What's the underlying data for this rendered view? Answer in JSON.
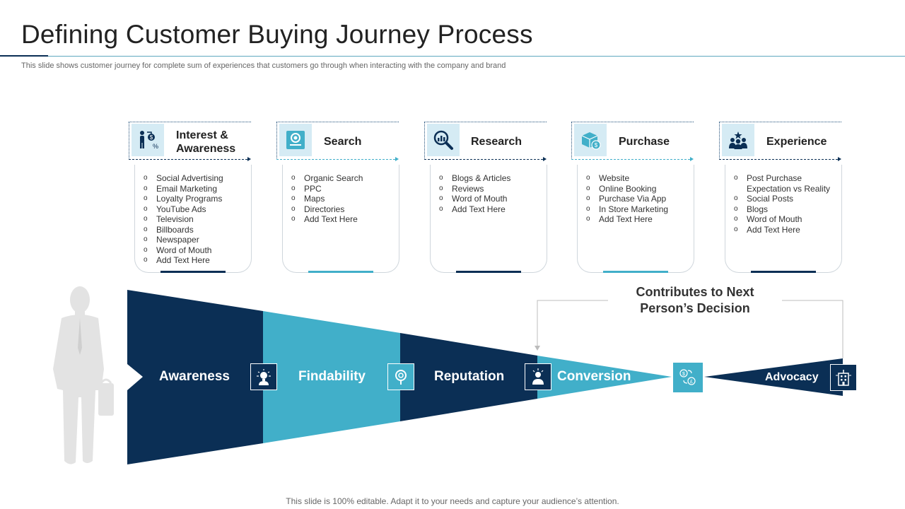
{
  "header": {
    "title": "Defining Customer Buying Journey Process",
    "subtitle": "This slide shows customer journey for complete sum of experiences that customers go through when interacting with the company and brand"
  },
  "stages": [
    {
      "title": "Interest & Awareness",
      "icon": "person-money-icon",
      "accent": "#0b2f55",
      "items": [
        "Social Advertising",
        "Email Marketing",
        "Loyalty Programs",
        "YouTube Ads",
        "Television",
        "Billboards",
        "Newspaper",
        "Word of Mouth",
        "Add Text Here"
      ]
    },
    {
      "title": "Search",
      "icon": "search-tag-icon",
      "accent": "#41afc9",
      "items": [
        "Organic Search",
        "PPC",
        "Maps",
        "Directories",
        "Add Text Here"
      ]
    },
    {
      "title": "Research",
      "icon": "magnifier-chart-icon",
      "accent": "#0b2f55",
      "items": [
        "Blogs & Articles",
        "Reviews",
        "Word of Mouth",
        "Add Text Here"
      ]
    },
    {
      "title": "Purchase",
      "icon": "box-dollar-icon",
      "accent": "#41afc9",
      "items": [
        "Website",
        "Online Booking",
        "Purchase Via App",
        "In Store Marketing",
        "Add Text Here"
      ]
    },
    {
      "title": "Experience",
      "icon": "group-star-icon",
      "accent": "#0b2f55",
      "items": [
        "Post Purchase Expectation vs Reality",
        "Social Posts",
        "Blogs",
        "Word of Mouth",
        "Add Text Here"
      ]
    }
  ],
  "funnel": {
    "segments": [
      {
        "label": "Awareness",
        "icon": "lightbulb-head-icon"
      },
      {
        "label": "Findability",
        "icon": "search-tag-icon"
      },
      {
        "label": "Reputation",
        "icon": "person-star-icon"
      },
      {
        "label": "Conversion",
        "icon": "currency-exchange-icon"
      },
      {
        "label": "Advocacy",
        "icon": "building-icon"
      }
    ],
    "colors": {
      "dark": "#0b2f55",
      "light": "#41afc9"
    },
    "contributes_note": "Contributes to Next Person’s Decision"
  },
  "footer": "This slide is 100% editable. Adapt it to your needs and capture your audience’s attention."
}
